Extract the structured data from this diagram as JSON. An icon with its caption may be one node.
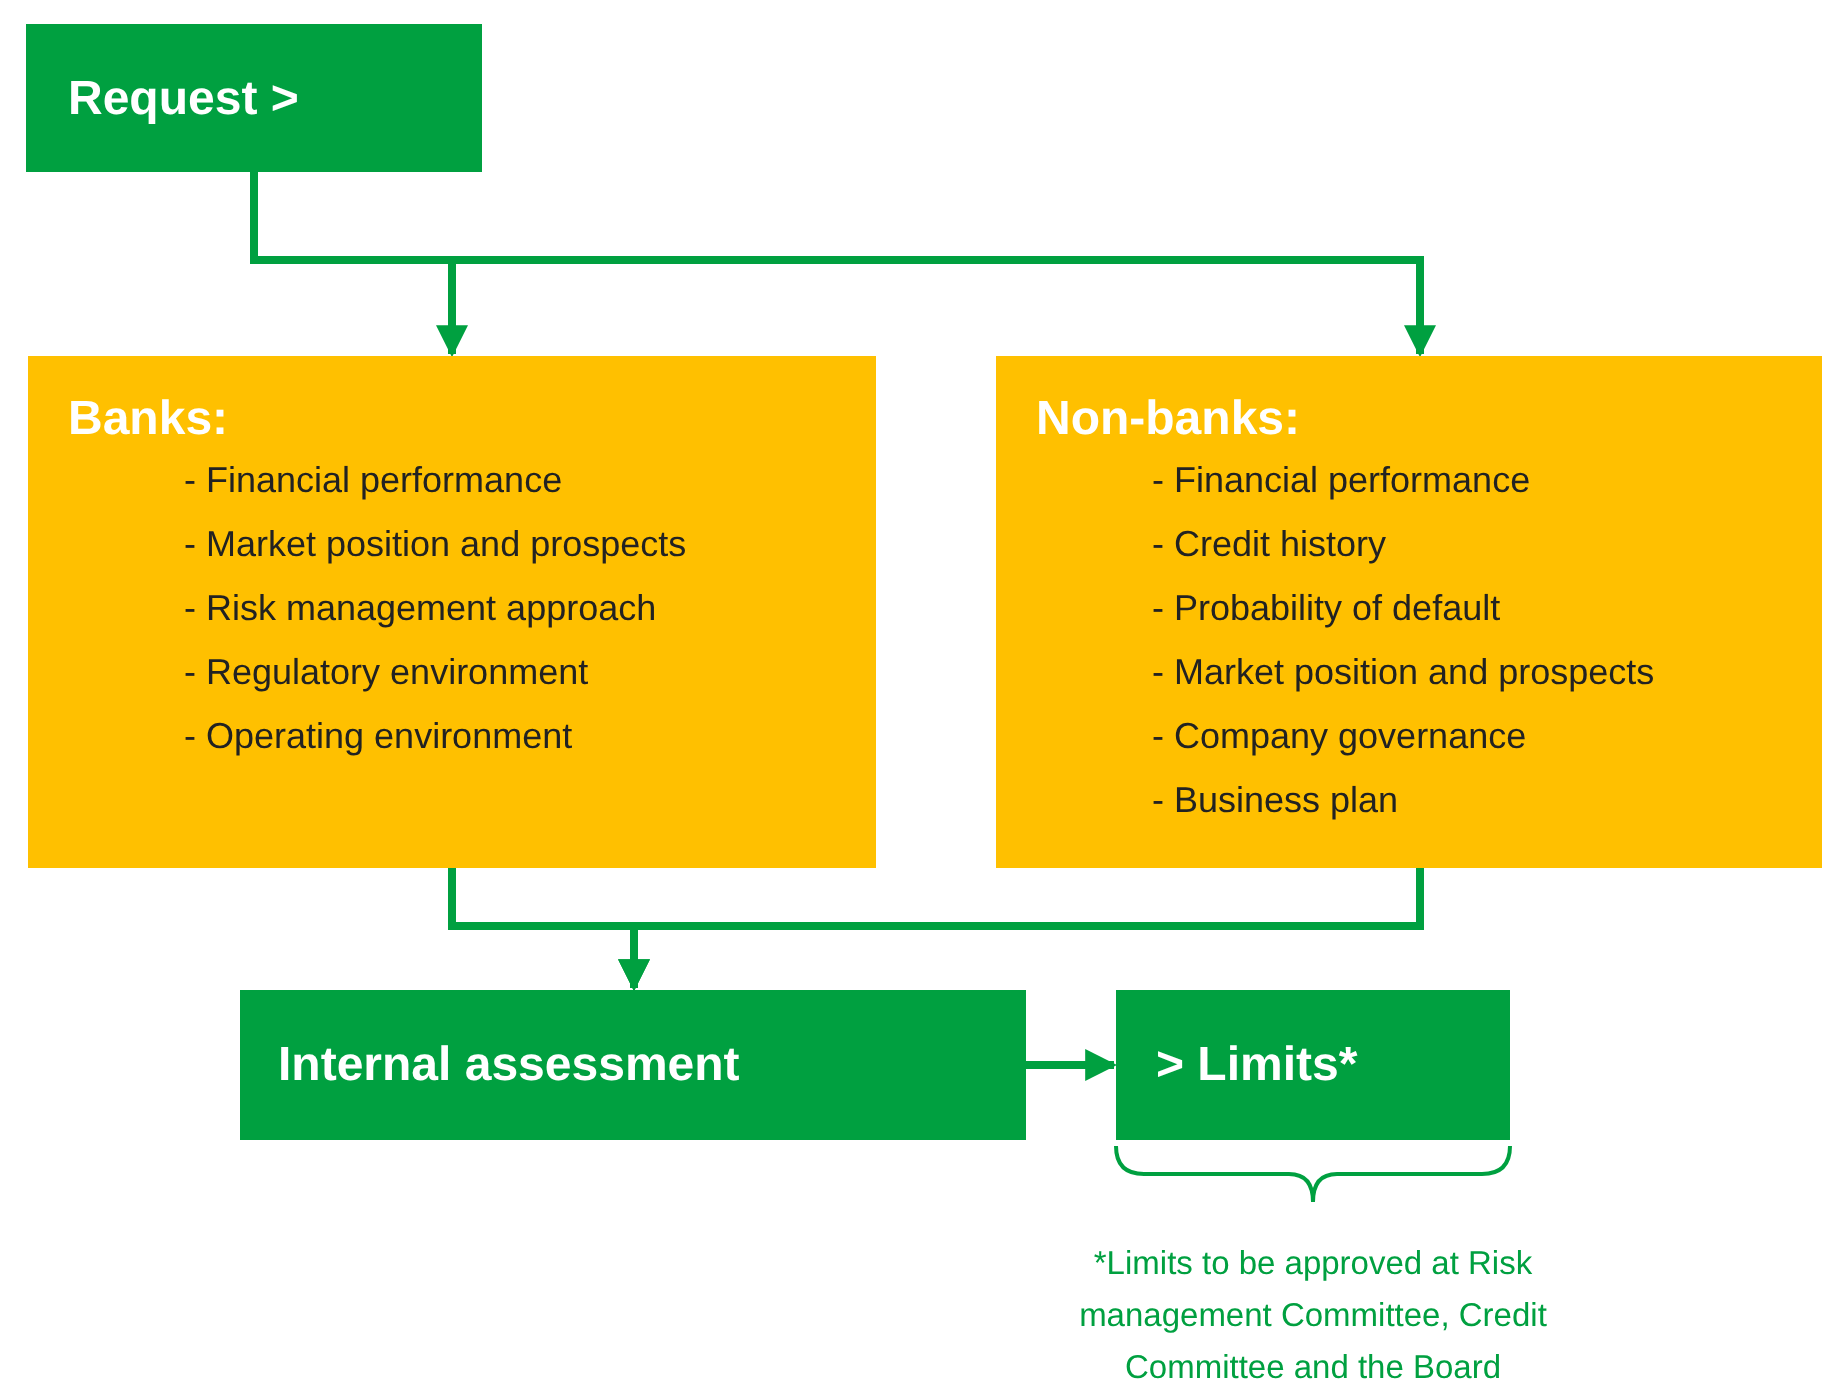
{
  "diagram": {
    "nodes": [
      {
        "text": [
          "Request >"
        ]
      },
      {
        "text": [
          "Banks:",
          "- Financial performance",
          "- Market position and prospects",
          "- Risk management approach",
          "- Regulatory environment",
          "- Operating environment"
        ]
      },
      {
        "text": [
          "Non-banks:",
          "- Financial performance",
          "- Credit history",
          "- Probability of default",
          "- Market position and prospects",
          "- Company governance",
          "- Business plan"
        ]
      },
      {
        "text": [
          "Internal assessment"
        ]
      },
      {
        "text": [
          "> Limits*"
        ],
        "beside": [
          "*Limits to be approved at Risk management Committee, Credit Committee and the Board"
        ]
      }
    ],
    "edges": [
      {
        "from": 0,
        "to": 1,
        "arrow": "to"
      },
      {
        "from": 0,
        "to": 2,
        "arrow": "to"
      },
      {
        "from": 1,
        "to": 3,
        "arrow": "to"
      },
      {
        "from": 2,
        "to": 3,
        "arrow": "to"
      },
      {
        "from": 3,
        "to": 4,
        "arrow": "to"
      }
    ]
  }
}
